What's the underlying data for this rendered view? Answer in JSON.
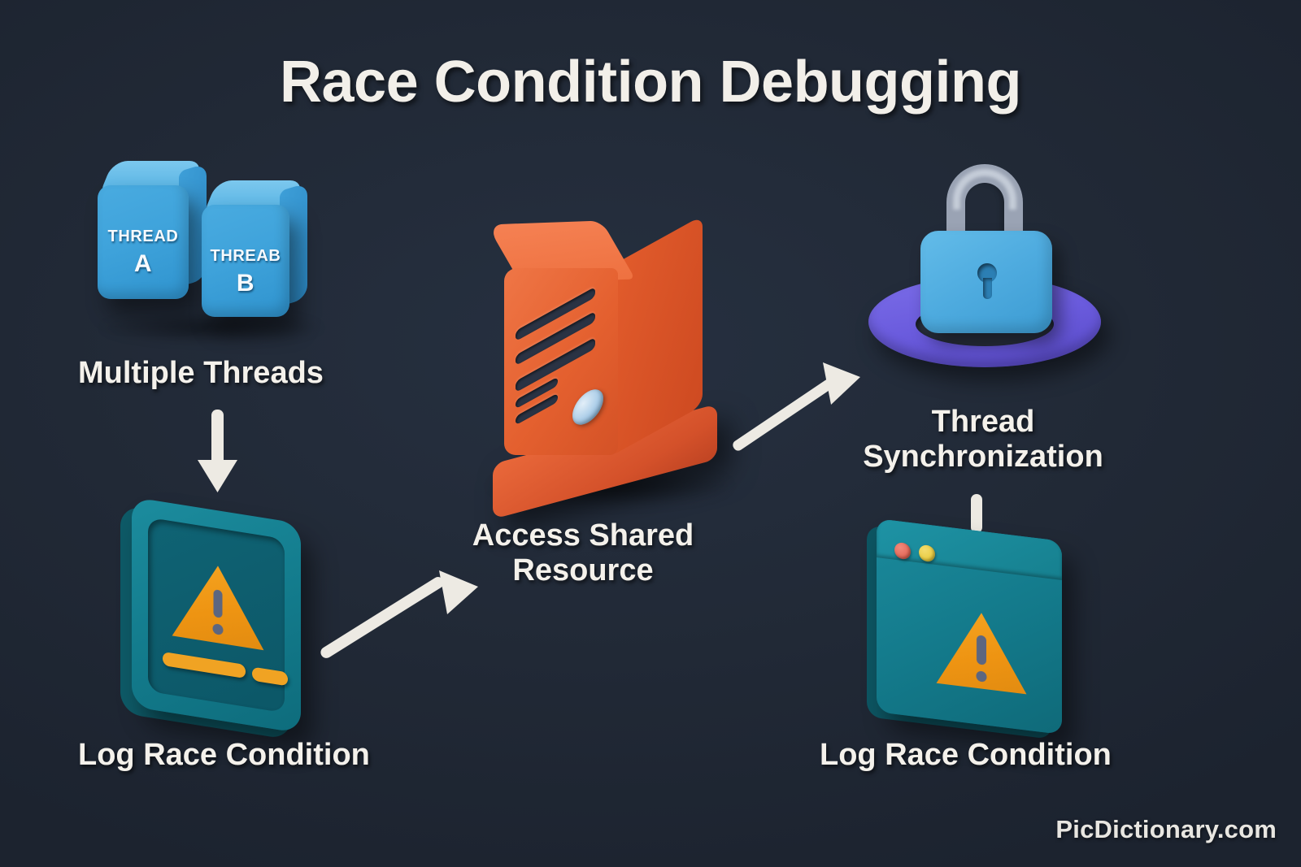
{
  "header": {
    "title": "Race Condition Debugging"
  },
  "watermark": "PicDictionary.com",
  "nodes": [
    {
      "id": "multiple-threads",
      "caption": "Multiple Threads",
      "icon": "thread-cubes-icon",
      "cubes": [
        {
          "top_label": "THREAD",
          "letter": "A"
        },
        {
          "top_label": "THREAB",
          "letter": "B"
        }
      ]
    },
    {
      "id": "log-race-condition-left",
      "caption": "Log Race Condition",
      "icon": "warning-panel-icon"
    },
    {
      "id": "access-shared-resource",
      "caption": "Access Shared\nResource",
      "icon": "server-icon"
    },
    {
      "id": "thread-synchronization",
      "caption": "Thread\nSynchronization",
      "icon": "padlock-icon"
    },
    {
      "id": "log-race-condition-right",
      "caption": "Log Race Condition",
      "icon": "warning-window-icon"
    }
  ],
  "connectors": [
    {
      "id": "threads-to-log",
      "type": "arrow",
      "direction": "down"
    },
    {
      "id": "log-to-server",
      "type": "arrow",
      "direction": "up-right"
    },
    {
      "id": "server-to-lock",
      "type": "arrow",
      "direction": "up-right"
    },
    {
      "id": "sync-to-log",
      "type": "line",
      "direction": "down"
    }
  ],
  "colors": {
    "background": "#212936",
    "text": "#F4F1EB",
    "thread_blue": "#3FA3DB",
    "panel_teal": "#137C8D",
    "server_orange": "#E4602F",
    "lock_blue": "#4EABDF",
    "ring_purple": "#6A5BDD",
    "warning_orange": "#EE9412",
    "arrow": "#EDEAE3",
    "dot_red": "#DE5644",
    "dot_yellow": "#E3C329"
  }
}
